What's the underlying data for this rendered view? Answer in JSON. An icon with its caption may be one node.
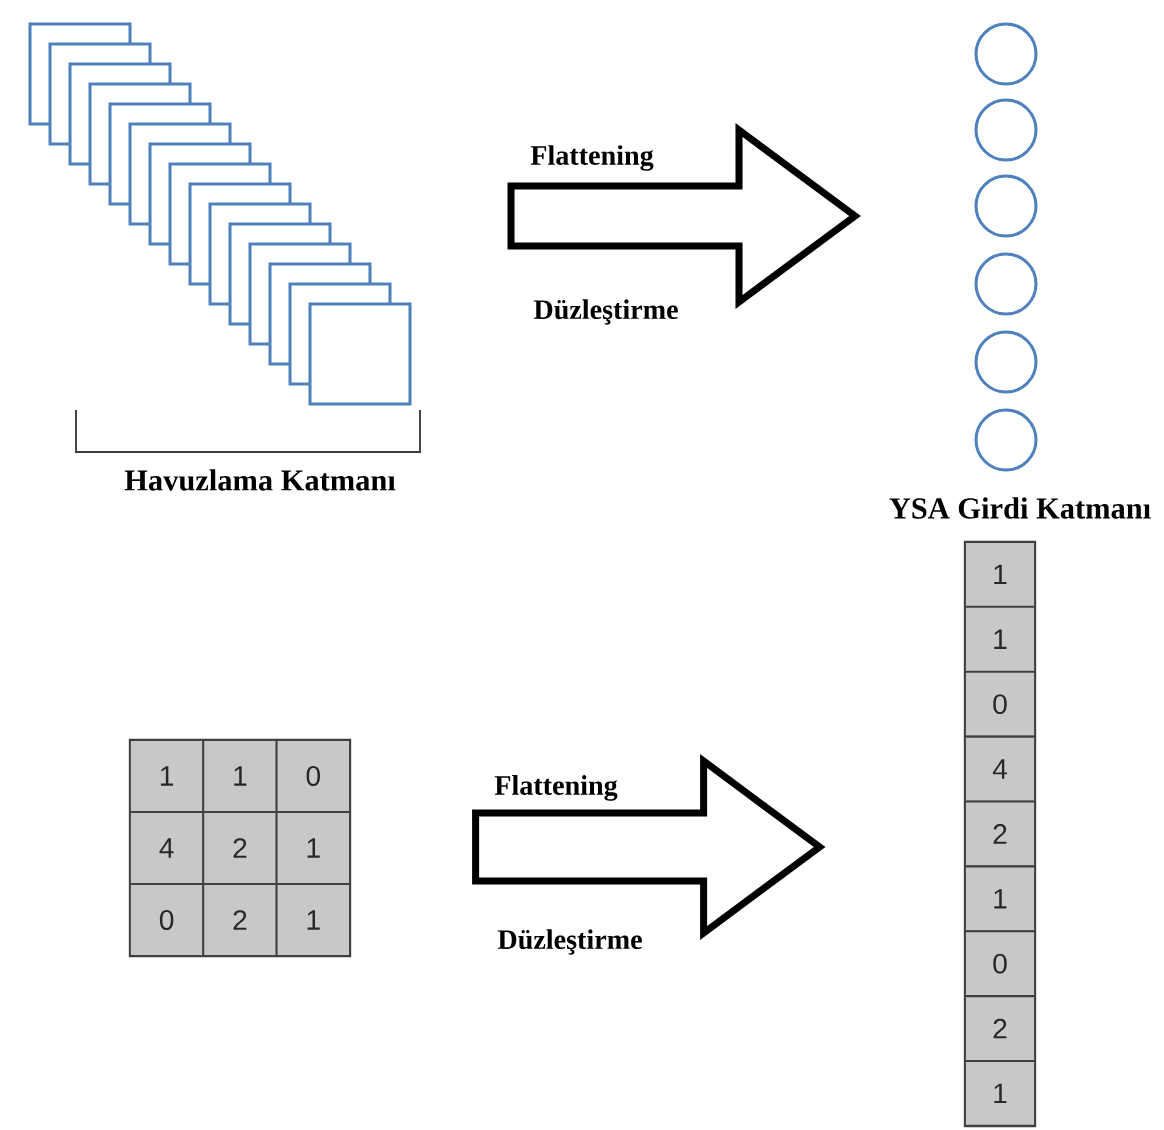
{
  "diagram": {
    "nodes": [
      {
        "text": [],
        "shape": "picture",
        "beside": [
          "Havuzlama Katmanı"
        ]
      },
      {
        "text": [],
        "shape": "circle"
      },
      {
        "text": [],
        "shape": "circle"
      },
      {
        "text": [],
        "shape": "circle"
      },
      {
        "text": [],
        "shape": "circle"
      },
      {
        "text": [],
        "shape": "circle"
      },
      {
        "text": [],
        "shape": "circle"
      },
      {
        "text": [],
        "shape": "box"
      },
      {
        "text": [
          "1"
        ],
        "in": 7
      },
      {
        "text": [
          "1"
        ],
        "in": 7
      },
      {
        "text": [
          "0"
        ],
        "in": 7
      },
      {
        "text": [
          "4"
        ],
        "in": 7
      },
      {
        "text": [
          "2"
        ],
        "in": 7
      },
      {
        "text": [
          "1"
        ],
        "in": 7
      },
      {
        "text": [
          "0"
        ],
        "in": 7
      },
      {
        "text": [
          "2"
        ],
        "in": 7
      },
      {
        "text": [
          "1"
        ],
        "in": 7
      },
      {
        "text": [],
        "shape": "box"
      },
      {
        "text": [
          "1"
        ],
        "in": 17
      },
      {
        "text": [
          "1"
        ],
        "in": 17
      },
      {
        "text": [
          "0"
        ],
        "in": 17
      },
      {
        "text": [
          "4"
        ],
        "in": 17
      },
      {
        "text": [
          "2"
        ],
        "in": 17
      },
      {
        "text": [
          "1"
        ],
        "in": 17
      },
      {
        "text": [
          "0"
        ],
        "in": 17
      },
      {
        "text": [
          "2"
        ],
        "in": 17
      },
      {
        "text": [
          "1"
        ],
        "in": 17
      }
    ],
    "edges": [
      {
        "from": 0,
        "to": 3,
        "arrow": "to",
        "style": "thick"
      },
      {
        "from": 7,
        "to": 17,
        "arrow": "to",
        "style": "thick"
      }
    ],
    "labels": [
      "Flattening",
      "Düzleştirme",
      "YSA Girdi Katmanı",
      "Flattening",
      "Düzleştirme"
    ]
  }
}
